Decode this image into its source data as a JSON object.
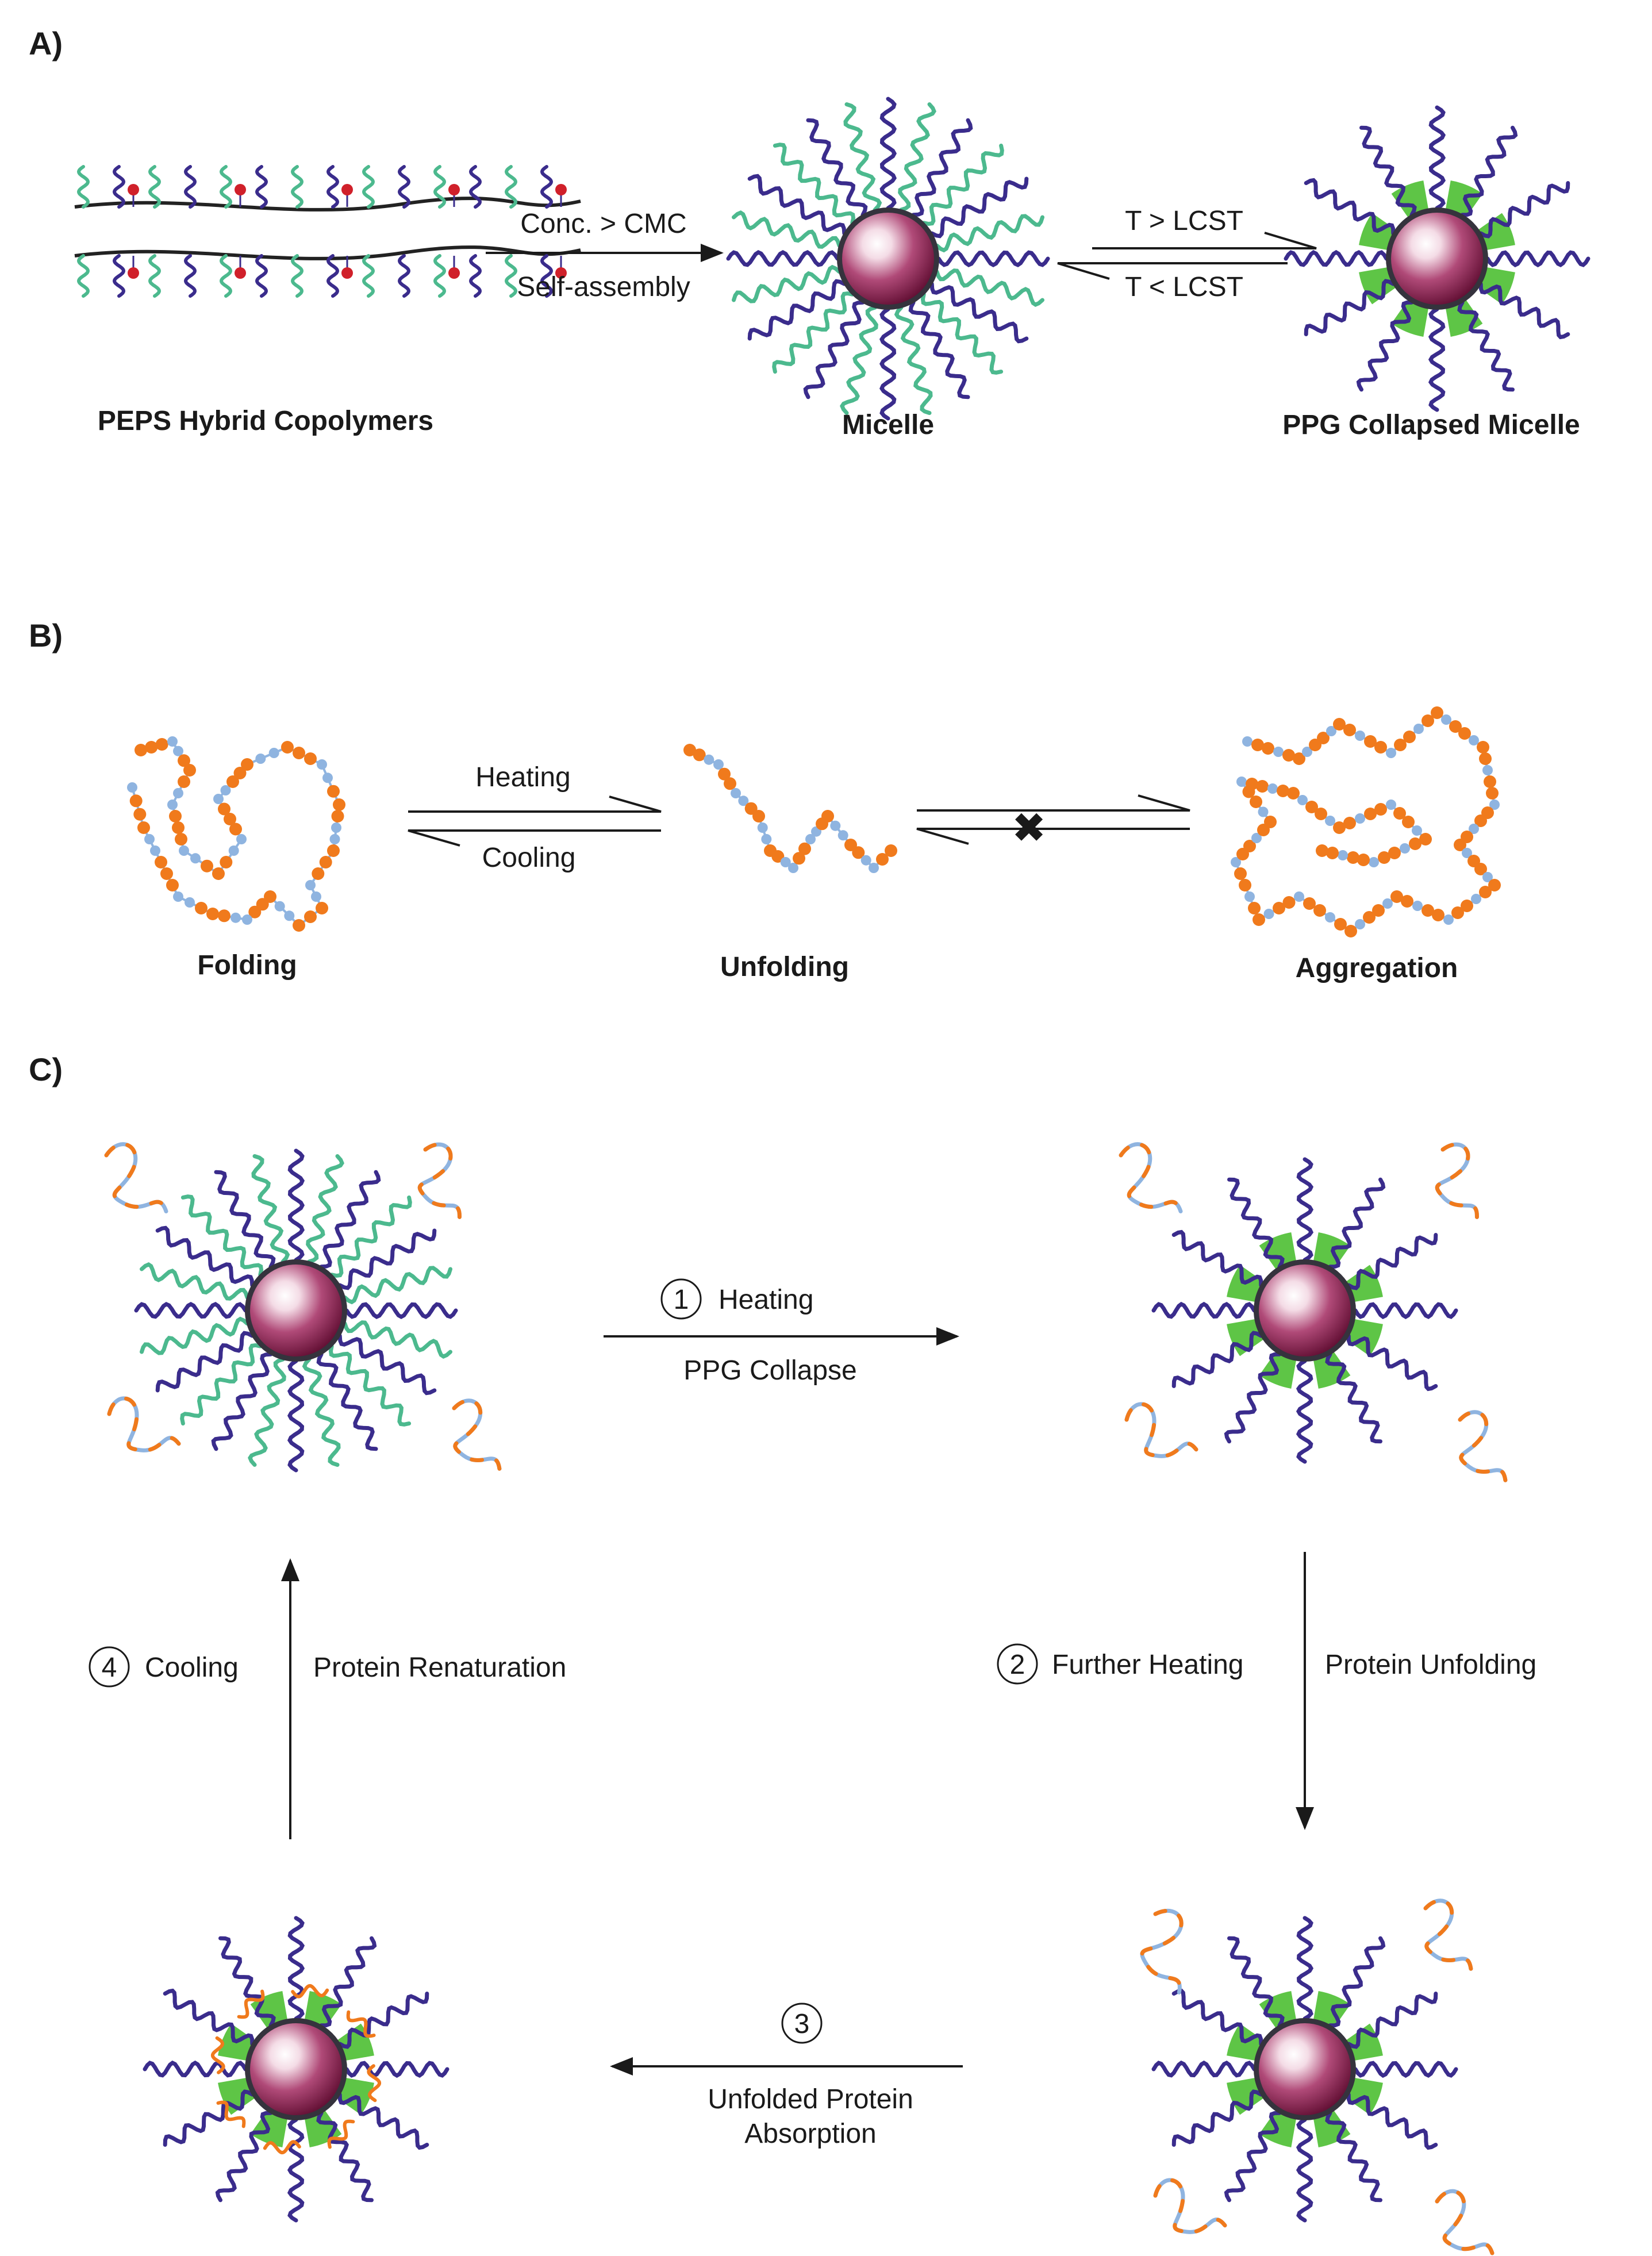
{
  "panels": {
    "a": {
      "label": "A)",
      "captions": {
        "copolymers": "PEPS Hybrid Copolymers",
        "micelle": "Micelle",
        "collapsed": "PPG Collapsed Micelle"
      },
      "arrow1": {
        "top": "Conc. > CMC",
        "bottom": "Self-assembly"
      },
      "arrow2": {
        "top": "T > LCST",
        "bottom": "T < LCST"
      }
    },
    "b": {
      "label": "B)",
      "captions": {
        "folding": "Folding",
        "unfolding": "Unfolding",
        "aggregation": "Aggregation"
      },
      "arrow1": {
        "top": "Heating",
        "bottom": "Cooling"
      },
      "blocked_mark": "✖"
    },
    "c": {
      "label": "C)",
      "step1": {
        "number": "1",
        "top": "Heating",
        "bottom": "PPG Collapse"
      },
      "step2": {
        "number": "2",
        "left": "Further Heating",
        "right": "Protein Unfolding"
      },
      "step3": {
        "number": "3",
        "bottom_line1": "Unfolded Protein",
        "bottom_line2": "Absorption"
      },
      "step4": {
        "number": "4",
        "left": "Cooling",
        "right": "Protein Renaturation"
      }
    }
  },
  "colors": {
    "peg_chain": "#3a2c8c",
    "ppg_chain": "#4cb98e",
    "collapsed_ppg": "#5ec546",
    "core": "#8a1c4c",
    "core_ring": "#35333d",
    "protein_hydrophobic": "#f07a1c",
    "protein_hydrophilic": "#8fb4e0",
    "backbone": "#222222",
    "drug_dot": "#d0202a",
    "blocked_mark": "#e8302c"
  }
}
